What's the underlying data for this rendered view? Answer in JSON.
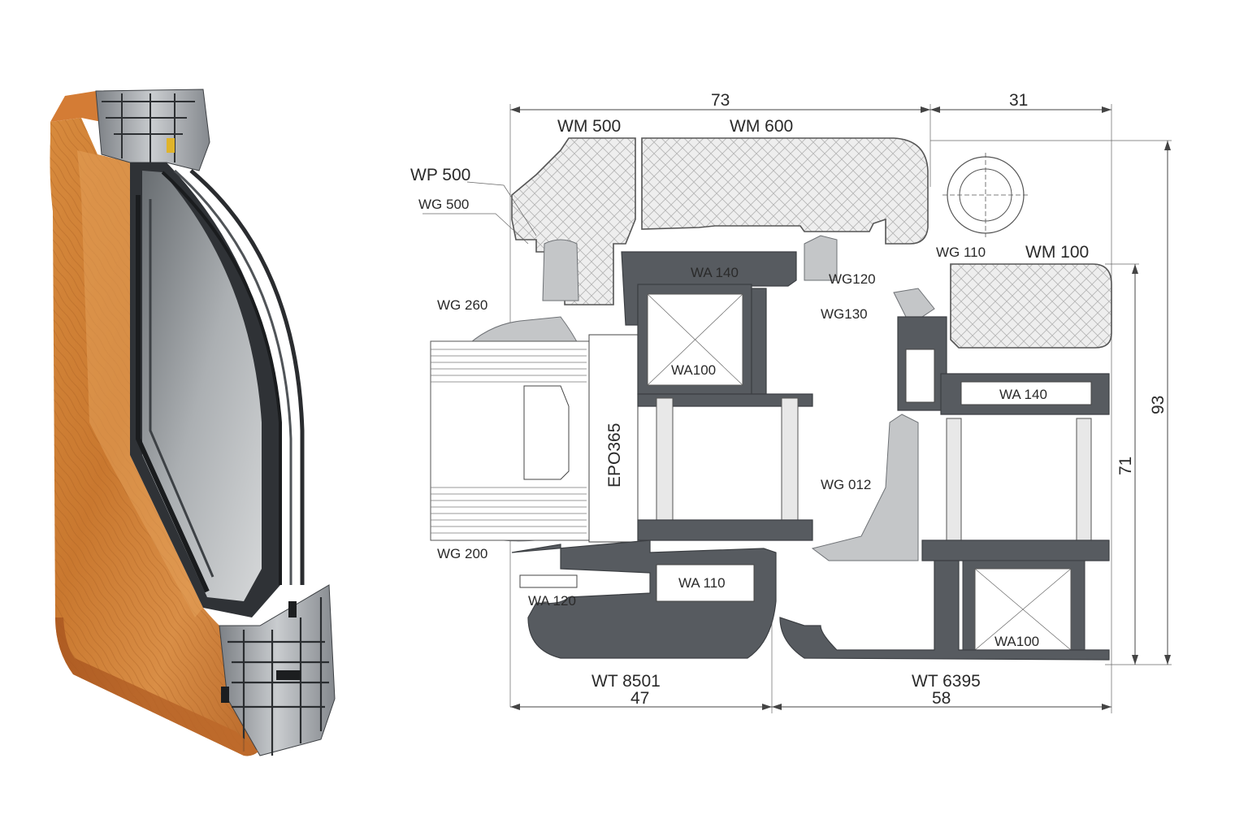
{
  "labels": {
    "wp500": "WP 500",
    "wg500": "WG 500",
    "wm500": "WM 500",
    "wm600": "WM 600",
    "wg260": "WG 260",
    "wa140_top": "WA 140",
    "wg120": "WG120",
    "wg130": "WG130",
    "wg110": "WG 110",
    "wm100": "WM 100",
    "wa100_left": "WA100",
    "epo365": "EPO365",
    "wg012": "WG 012",
    "wa140_right": "WA 140",
    "wg200": "WG 200",
    "wa110": "WA 110",
    "wa120": "WA 120",
    "wa100_right": "WA100",
    "wt8501": "WT 8501",
    "wt6395": "WT 6395"
  },
  "dimensions": {
    "top_left": "73",
    "top_right": "31",
    "right_outer": "93",
    "right_inner": "71",
    "bottom_left": "47",
    "bottom_right": "58"
  },
  "colors": {
    "aluminium": "#575b60",
    "wood": "#c9782f",
    "gasket": "#c4c6c8"
  }
}
